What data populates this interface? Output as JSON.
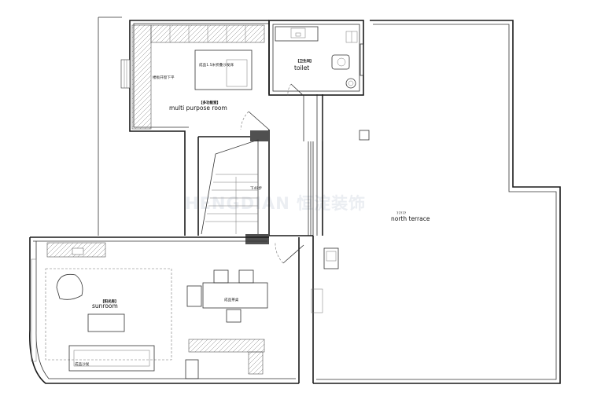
{
  "rooms": {
    "multipurpose": {
      "tag": "【多功能室】",
      "name": "multi purpose room",
      "note_left": "楼板开窗下平",
      "note_sofa": "成品1.5米折叠沙发床"
    },
    "toilet": {
      "tag": "【卫生间】",
      "name": "toilet"
    },
    "terrace": {
      "code": "?????",
      "name": "north terrace"
    },
    "sunroom": {
      "tag": "【阳光房】",
      "name": "sunroom",
      "note_sofa": "成品沙发",
      "note_table": "成品茶桌"
    }
  },
  "stair": {
    "label": "下49步"
  },
  "watermark": "HENGDIAN 恒淀装饰"
}
